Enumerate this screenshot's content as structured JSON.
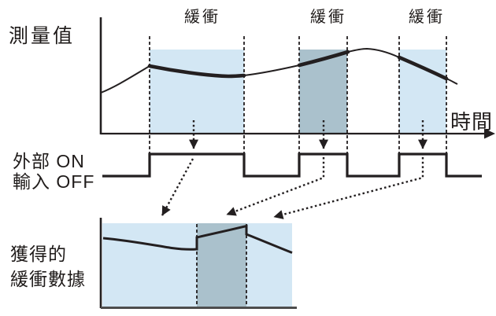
{
  "diagram": {
    "title_context": "buffered-measurement-timing-diagram",
    "top_chart": {
      "y_axis_label": "測量值",
      "x_axis_label": "時間",
      "buffer_labels": [
        {
          "label": "緩衝"
        },
        {
          "label": "緩衝"
        },
        {
          "label": "緩衝"
        }
      ]
    },
    "external_input": {
      "line1": "外部 ON",
      "line2": "輸入 OFF"
    },
    "obtained_data": {
      "line1": "獲得的",
      "line2": "緩衝數據"
    }
  },
  "colors": {
    "light_blue": "#d3e7f4",
    "dark_blue": "#aac1cc",
    "line_black": "#231f20",
    "axis_gray": "#4d4d4d"
  }
}
